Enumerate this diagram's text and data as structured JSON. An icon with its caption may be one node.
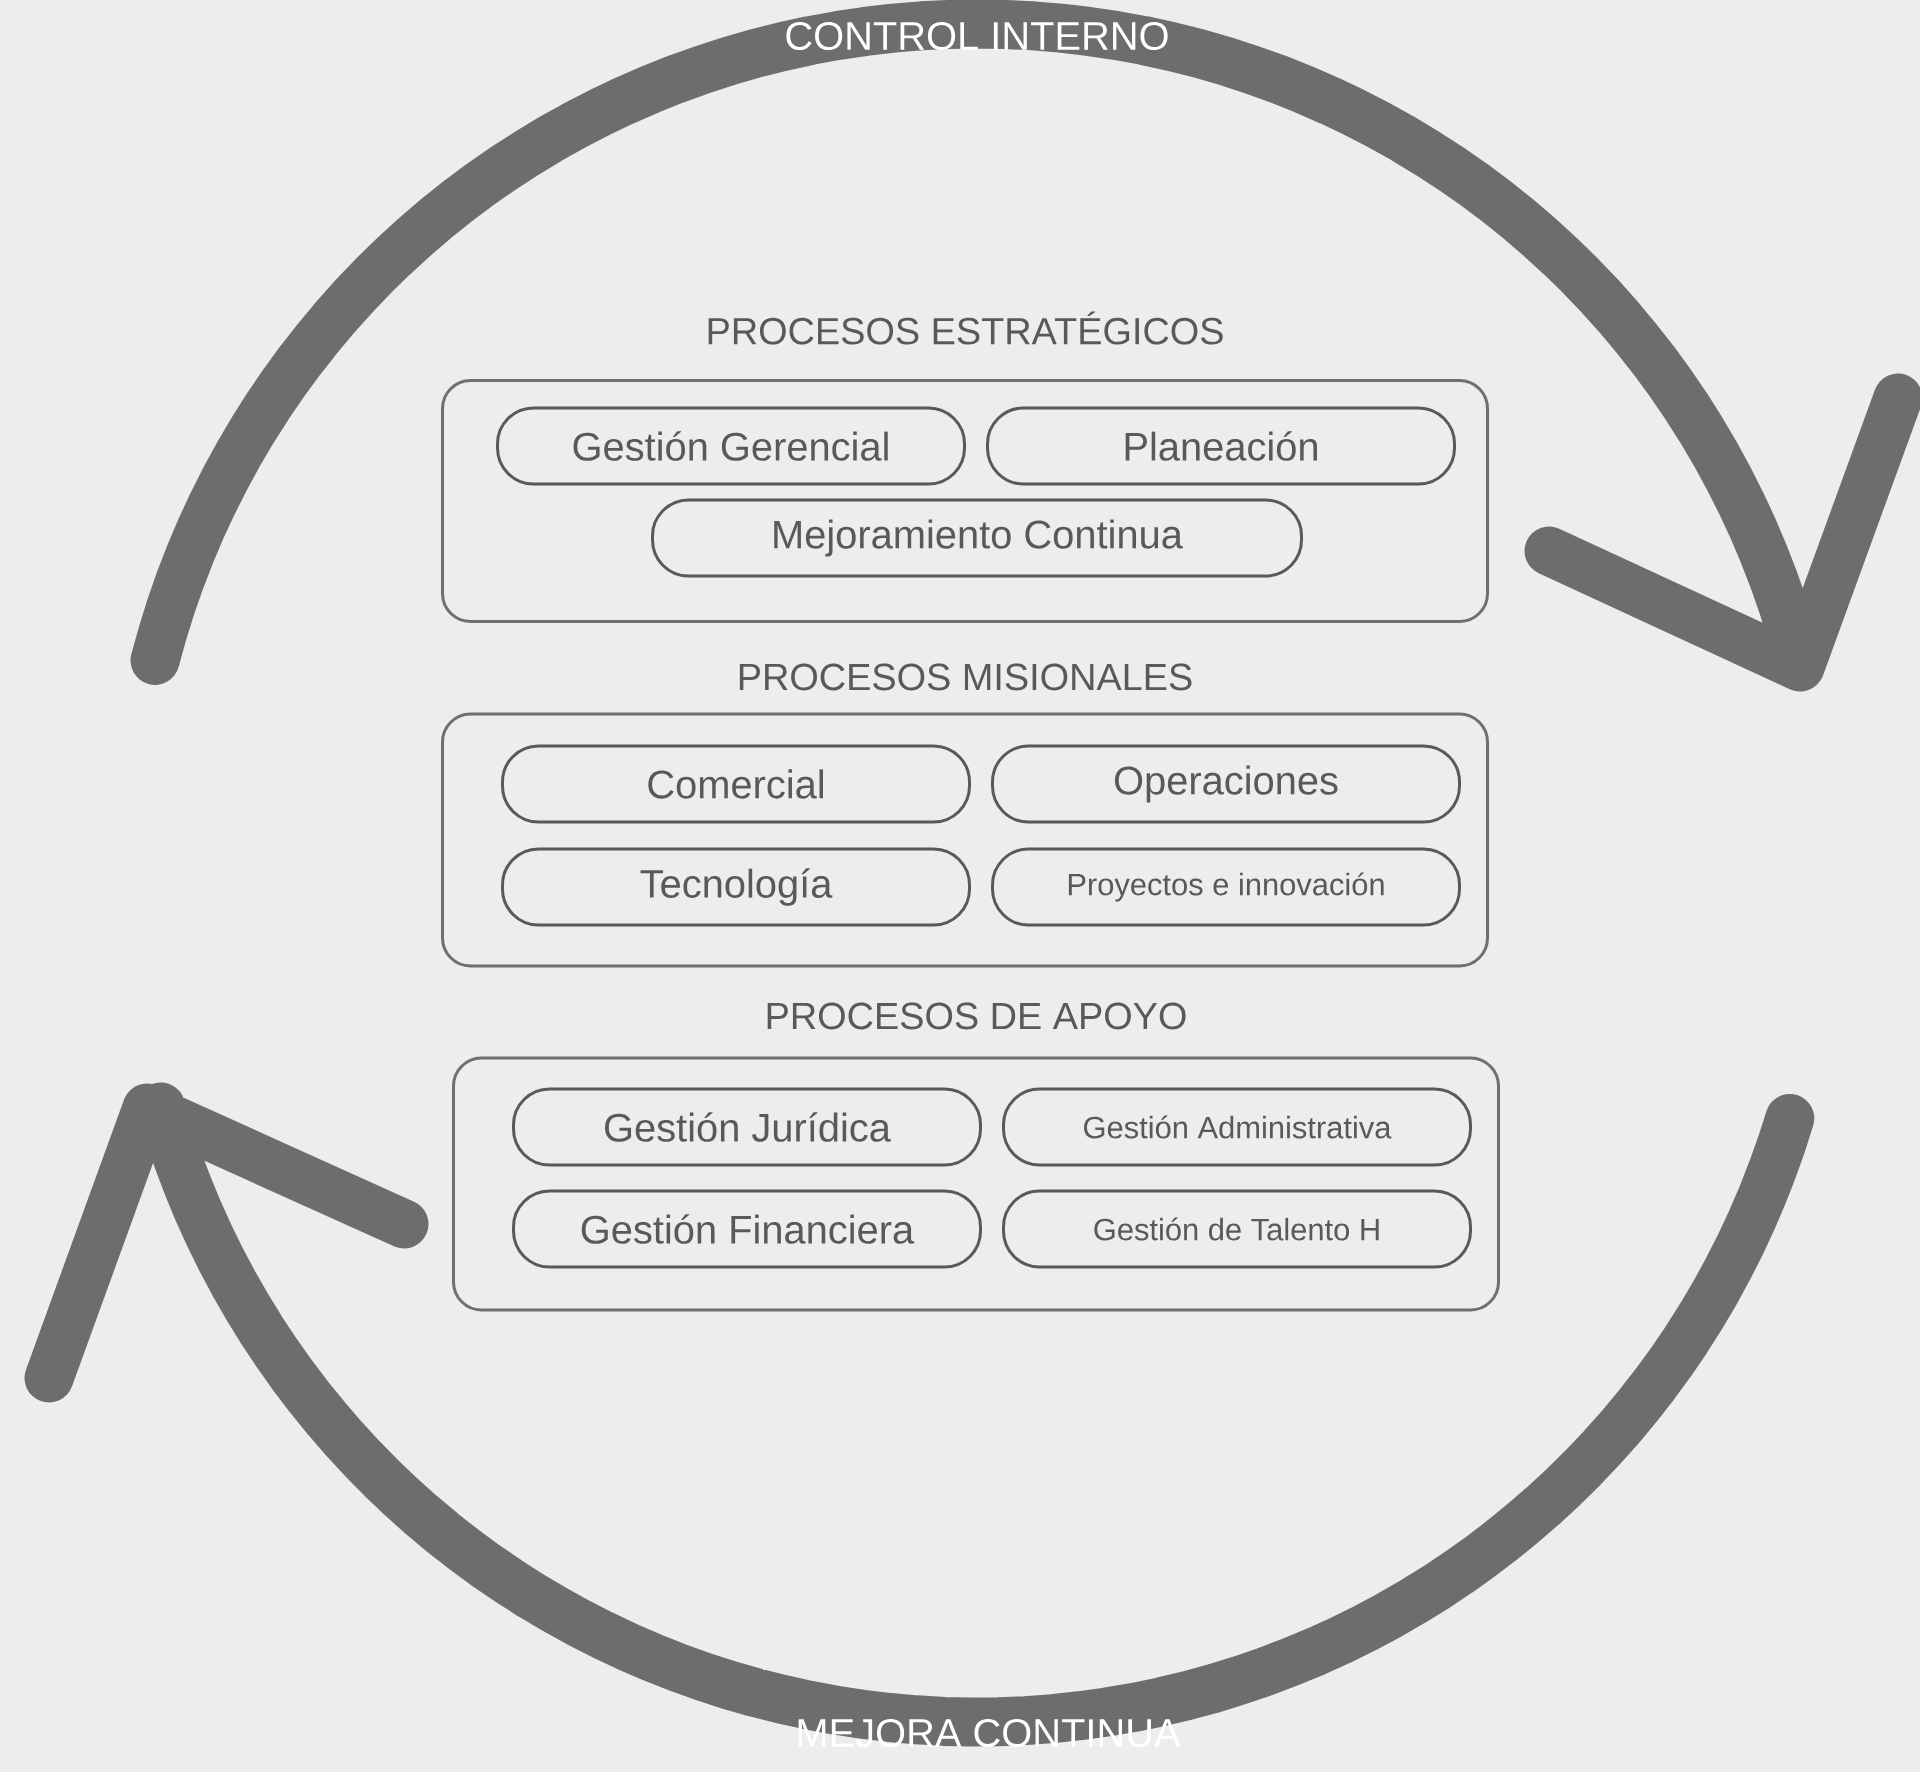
{
  "diagram": {
    "nodes": [
      {
        "text": [
          "PROCESOS ESTRATÉGICOS"
        ]
      },
      {
        "text": [
          "Gestión Gerencial"
        ],
        "in": 0
      },
      {
        "text": [
          "Planeación"
        ],
        "in": 0
      },
      {
        "text": [
          "Mejoramiento Continua"
        ],
        "in": 0
      },
      {
        "text": [
          "PROCESOS MISIONALES"
        ]
      },
      {
        "text": [
          "Comercial"
        ],
        "in": 4
      },
      {
        "text": [
          "Operaciones"
        ],
        "in": 4
      },
      {
        "text": [
          "Tecnología"
        ],
        "in": 4
      },
      {
        "text": [
          "Proyectos e innovación"
        ],
        "in": 4
      },
      {
        "text": [
          "PROCESOS DE APOYO"
        ]
      },
      {
        "text": [
          "Gestión Jurídica"
        ],
        "in": 9
      },
      {
        "text": [
          "Gestión Administrativa"
        ],
        "in": 9
      },
      {
        "text": [
          "Gestión Financiera"
        ],
        "in": 9
      },
      {
        "text": [
          "Gestión de Talento H"
        ],
        "in": 9
      }
    ],
    "labels": [
      "CONTROL INTERNO",
      "MEJORA CONTINUA"
    ]
  }
}
